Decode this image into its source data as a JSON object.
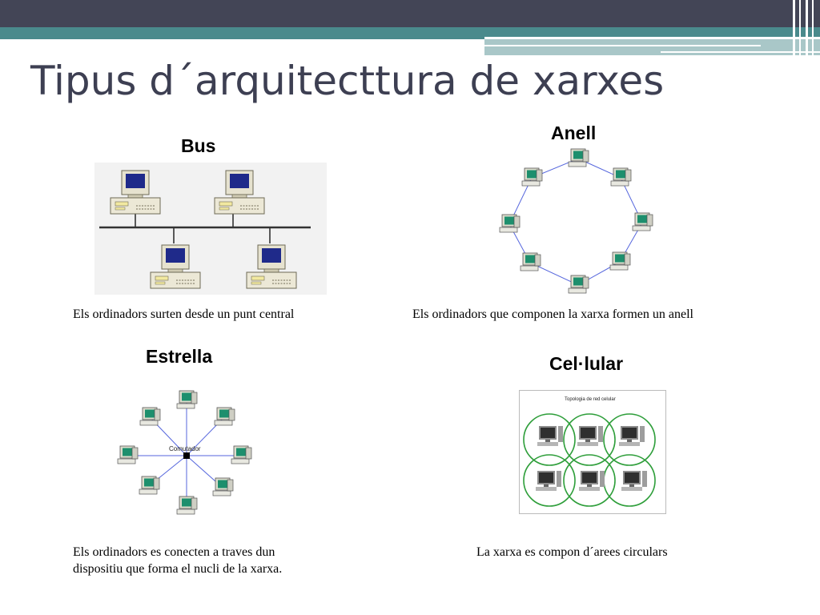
{
  "slide": {
    "title": "Tipus d´arquitecttura de xarxes"
  },
  "sections": {
    "bus": {
      "heading": "Bus",
      "caption": "Els ordinadors surten desde un punt central"
    },
    "ring": {
      "heading": "Anell",
      "caption": "Els ordinadors que componen la xarxa formen un anell"
    },
    "star": {
      "heading": "Estrella",
      "caption_line1": "Els ordinadors es conecten a traves dun",
      "caption_line2": "dispositiu que forma el nucli de la xarxa.",
      "hub_label": "Comutador"
    },
    "cellular": {
      "heading": "Cel·lular",
      "caption": "La xarxa es compon d´arees circulars",
      "diagram_title": "Topologia de red celular"
    }
  },
  "colors": {
    "title_text": "#3d3f52",
    "header_dark": "#434556",
    "header_teal": "#4a8a8c",
    "link_blue": "#5566dd",
    "cell_green": "#2e9e3a"
  },
  "icons": {
    "computer": "desktop-computer-icon"
  }
}
